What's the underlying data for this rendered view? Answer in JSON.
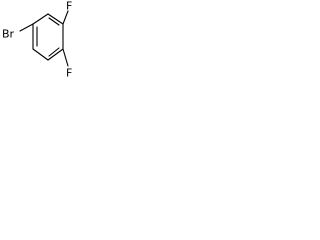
{
  "molecule": {
    "atoms": [
      {
        "id": "br",
        "symbol": "Br"
      },
      {
        "id": "f1",
        "symbol": "F"
      },
      {
        "id": "f2",
        "symbol": "F"
      }
    ],
    "colors": {
      "bond": "#000000",
      "label": "#000000",
      "background": "#ffffff"
    }
  }
}
